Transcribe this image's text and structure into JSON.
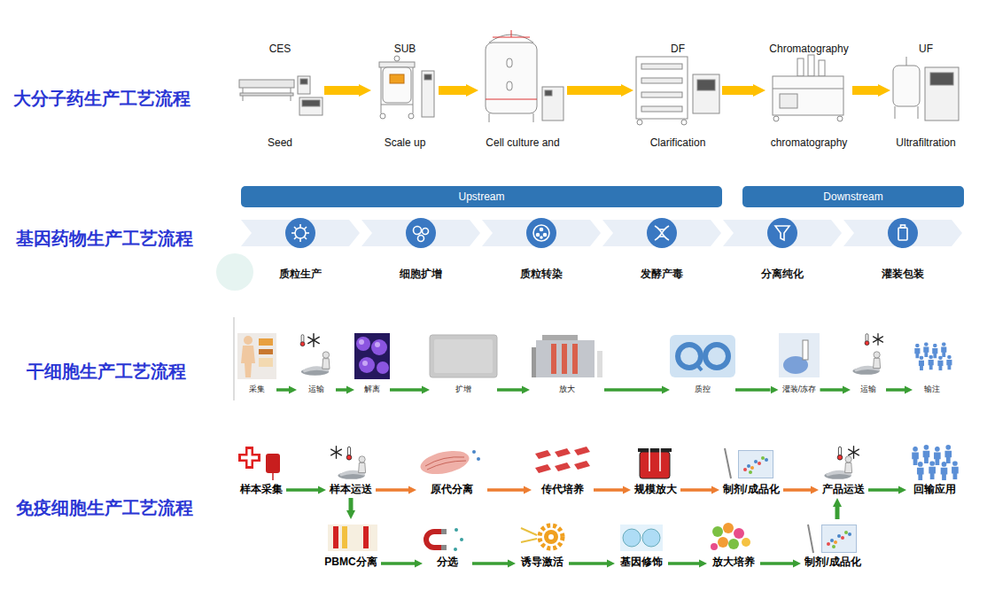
{
  "diagram": {
    "nodes": [
      {
        "text": [
          "CES",
          "Seed"
        ]
      },
      {
        "text": [
          "SUB",
          "Scale up"
        ]
      },
      {
        "text": [
          "Cell culture and"
        ]
      },
      {
        "text": [
          "DF",
          "Clarification"
        ]
      },
      {
        "text": [
          "Chromatography",
          "chromatography"
        ]
      },
      {
        "text": [
          "UF",
          "Ultrafiltration"
        ]
      },
      {
        "text": [
          "Upstream"
        ]
      },
      {
        "text": [
          "Downstream"
        ]
      },
      {
        "text": [
          "质粒生产"
        ]
      },
      {
        "text": [
          "细胞扩增"
        ]
      },
      {
        "text": [
          "质粒转染"
        ]
      },
      {
        "text": [
          "发酵产毒"
        ]
      },
      {
        "text": [
          "分离纯化"
        ]
      },
      {
        "text": [
          "灌装包装"
        ]
      },
      {
        "text": [
          "采集"
        ]
      },
      {
        "text": [
          "运输"
        ]
      },
      {
        "text": [
          "解离"
        ]
      },
      {
        "text": [
          "扩增"
        ]
      },
      {
        "text": [
          "放大"
        ]
      },
      {
        "text": [
          "质控"
        ]
      },
      {
        "text": [
          "灌装/冻存"
        ]
      },
      {
        "text": [
          "运输"
        ]
      },
      {
        "text": [
          "输注"
        ]
      },
      {
        "text": [
          "样本采集"
        ]
      },
      {
        "text": [
          "样本运送"
        ]
      },
      {
        "text": [
          "原代分离"
        ]
      },
      {
        "text": [
          "传代培养"
        ]
      },
      {
        "text": [
          "规模放大"
        ]
      },
      {
        "text": [
          "制剂/成品化"
        ]
      },
      {
        "text": [
          "产品运送"
        ]
      },
      {
        "text": [
          "回输应用"
        ]
      },
      {
        "text": [
          "PBMC分离"
        ]
      },
      {
        "text": [
          "分选"
        ]
      },
      {
        "text": [
          "诱导激活"
        ]
      },
      {
        "text": [
          "基因修饰"
        ]
      },
      {
        "text": [
          "放大培养"
        ]
      },
      {
        "text": [
          "制剂/成品化"
        ]
      }
    ],
    "edges": [
      {
        "from": 0,
        "to": 1,
        "arrow": "to"
      },
      {
        "from": 1,
        "to": 2,
        "arrow": "to"
      },
      {
        "from": 2,
        "to": 3,
        "arrow": "to"
      },
      {
        "from": 3,
        "to": 4,
        "arrow": "to"
      },
      {
        "from": 4,
        "to": 5,
        "arrow": "to"
      },
      {
        "from": 14,
        "to": 15,
        "arrow": "to"
      },
      {
        "from": 15,
        "to": 16,
        "arrow": "to"
      },
      {
        "from": 16,
        "to": 17,
        "arrow": "to"
      },
      {
        "from": 17,
        "to": 18,
        "arrow": "to"
      },
      {
        "from": 18,
        "to": 19,
        "arrow": "to"
      },
      {
        "from": 19,
        "to": 20,
        "arrow": "to"
      },
      {
        "from": 20,
        "to": 21,
        "arrow": "to"
      },
      {
        "from": 21,
        "to": 22,
        "arrow": "to"
      },
      {
        "from": 23,
        "to": 24,
        "arrow": "to"
      },
      {
        "from": 24,
        "to": 25,
        "arrow": "to"
      },
      {
        "from": 25,
        "to": 26,
        "arrow": "to"
      },
      {
        "from": 26,
        "to": 27,
        "arrow": "to"
      },
      {
        "from": 27,
        "to": 28,
        "arrow": "to"
      },
      {
        "from": 28,
        "to": 29,
        "arrow": "to"
      },
      {
        "from": 29,
        "to": 30,
        "arrow": "to"
      },
      {
        "from": 24,
        "to": 31,
        "arrow": "to"
      },
      {
        "from": 31,
        "to": 32,
        "arrow": "to"
      },
      {
        "from": 32,
        "to": 33,
        "arrow": "to"
      },
      {
        "from": 33,
        "to": 34,
        "arrow": "to"
      },
      {
        "from": 34,
        "to": 35,
        "arrow": "to"
      },
      {
        "from": 35,
        "to": 36,
        "arrow": "to"
      },
      {
        "from": 36,
        "to": 29,
        "arrow": "to"
      }
    ],
    "labels": [
      "大分子药生产工艺流程",
      "基因药物生产工艺流程",
      "干细胞生产工艺流程",
      "免疫细胞生产工艺流程"
    ]
  }
}
